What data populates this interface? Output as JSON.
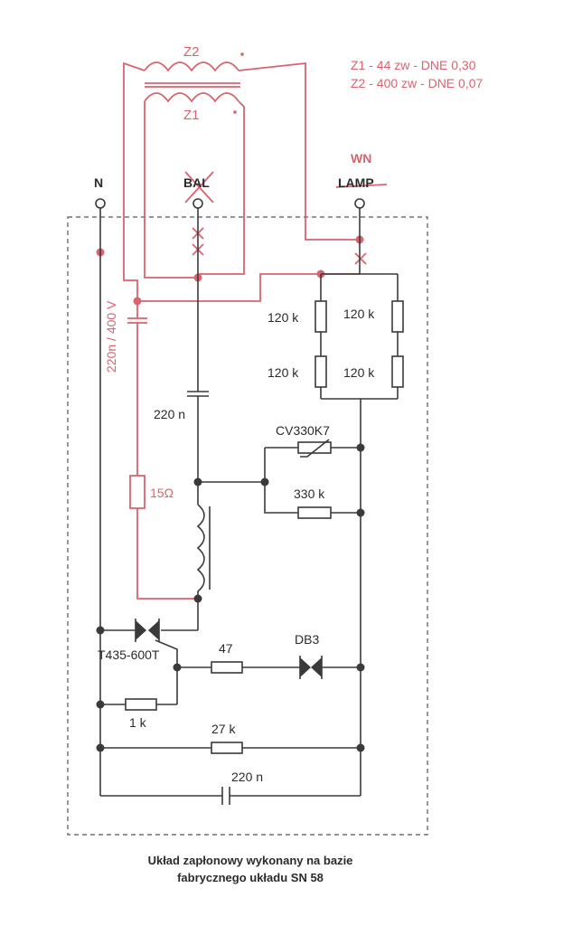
{
  "colors": {
    "ink": "#3a3a3a",
    "modification": "#d9636e"
  },
  "terminals": {
    "n": "N",
    "bal": "BAL",
    "lamp": "LAMP",
    "wn": "WN"
  },
  "coils": {
    "z1_name": "Z1",
    "z2_name": "Z2"
  },
  "notes": {
    "z1_spec": "Z1 - 44 zw - DNE 0,30",
    "z2_spec": "Z2 - 400 zw - DNE 0,07"
  },
  "components": {
    "r_top_left": "120 k",
    "r_top_right": "120 k",
    "r_bottom_left": "120 k",
    "r_bottom_right": "120 k",
    "cap_220n": "220 n",
    "varistor": "CV330K7",
    "r_330k": "330 k",
    "cap_red": "220n / 400 V",
    "r_15ohm": "15Ω",
    "triac": "T435-600T",
    "r_47": "47",
    "diac": "DB3",
    "r_1k": "1 k",
    "r_27k": "27 k",
    "cap_bottom": "220 n"
  },
  "caption": {
    "line1": "Układ zapłonowy wykonany na bazie",
    "line2": "fabrycznego układu SN 58"
  }
}
